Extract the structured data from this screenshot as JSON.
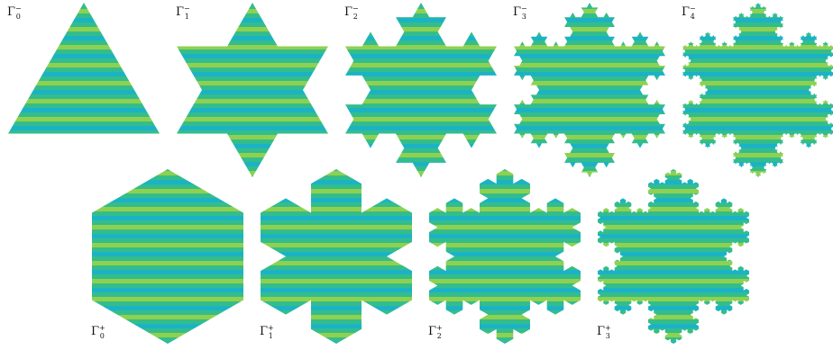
{
  "figure": {
    "stripe_colors": [
      "#1bb3c4",
      "#34bd8c",
      "#8fd14f",
      "#34bd8c"
    ],
    "top_row": [
      {
        "label_main": "Γ",
        "label_sub": "0",
        "label_sup": "−",
        "shape": "triangle"
      },
      {
        "label_main": "Γ",
        "label_sub": "1",
        "label_sup": "−",
        "shape": "koch-star-level-1"
      },
      {
        "label_main": "Γ",
        "label_sub": "2",
        "label_sup": "−",
        "shape": "koch-level-2"
      },
      {
        "label_main": "Γ",
        "label_sub": "3",
        "label_sup": "−",
        "shape": "koch-level-3"
      },
      {
        "label_main": "Γ",
        "label_sub": "4",
        "label_sup": "−",
        "shape": "koch-level-4"
      }
    ],
    "bottom_row": [
      {
        "label_main": "Γ",
        "label_sub": "0",
        "label_sup": "+",
        "shape": "hexagon"
      },
      {
        "label_main": "Γ",
        "label_sub": "1",
        "label_sup": "+",
        "shape": "anti-koch-level-1"
      },
      {
        "label_main": "Γ",
        "label_sub": "2",
        "label_sup": "+",
        "shape": "anti-koch-level-2"
      },
      {
        "label_main": "Γ",
        "label_sub": "3",
        "label_sup": "+",
        "shape": "anti-koch-level-3"
      }
    ]
  }
}
